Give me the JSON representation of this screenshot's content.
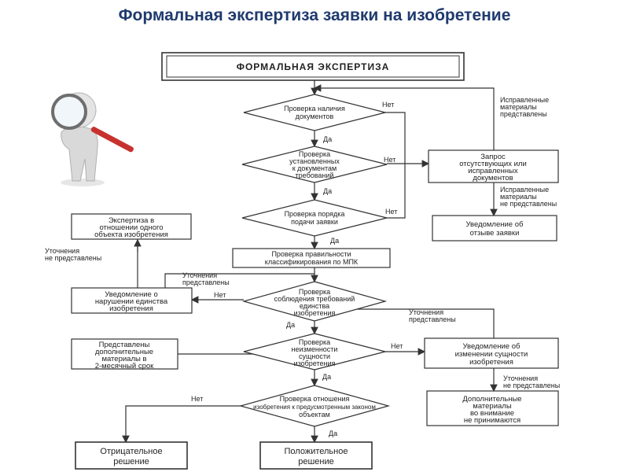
{
  "title": "Формальная экспертиза заявки на изобретение",
  "nodes": {
    "start": "ФОРМАЛЬНАЯ ЭКСПЕРТИЗА",
    "d1": [
      "Проверка наличия",
      "документов"
    ],
    "d2": [
      "Проверка",
      "установленных",
      "к документам",
      "требований"
    ],
    "d3": [
      "Проверка порядка",
      "подачи заявки"
    ],
    "mpk": [
      "Проверка правильности",
      "классификирования по МПК"
    ],
    "d4": [
      "Проверка",
      "соблюдения требований",
      "единства",
      "изобретения"
    ],
    "d5": [
      "Проверка",
      "неизменности",
      "сущности",
      "изобретения"
    ],
    "d6": [
      "Проверка отношения",
      "изобретения к предусмотренным законом",
      "объектам"
    ],
    "request": [
      "Запрос",
      "отсутствующих или",
      "исправленных",
      "документов"
    ],
    "revoke": [
      "Уведомление об",
      "отзыве заявки"
    ],
    "expert_single": [
      "Экспертиза в",
      "отношении одного",
      "объекта изобретения"
    ],
    "unity_notice": [
      "Уведомление о",
      "нарушении единства",
      "изобретения"
    ],
    "extra_submitted": [
      "Представлены",
      "дополнительные",
      "материалы в",
      "2-месячный срок"
    ],
    "essence_notice": [
      "Уведомление об",
      "изменении сущности",
      "изобретения"
    ],
    "not_accepted": [
      "Дополнительные",
      "материалы",
      "во внимание",
      "не принимаются"
    ],
    "negative": [
      "Отрицательное",
      "решение"
    ],
    "positive": [
      "Положительное",
      "решение"
    ]
  },
  "edge_labels": {
    "yes": "Да",
    "no": "Нет",
    "corrected_submitted": [
      "Исправленные",
      "материалы",
      "представлены"
    ],
    "corrected_not_submitted": [
      "Исправленные",
      "материалы",
      "не представлены"
    ],
    "clarif_not_submitted": [
      "Уточнения",
      "не представлены"
    ],
    "clarif_submitted": [
      "Уточнения",
      "представлены"
    ]
  }
}
